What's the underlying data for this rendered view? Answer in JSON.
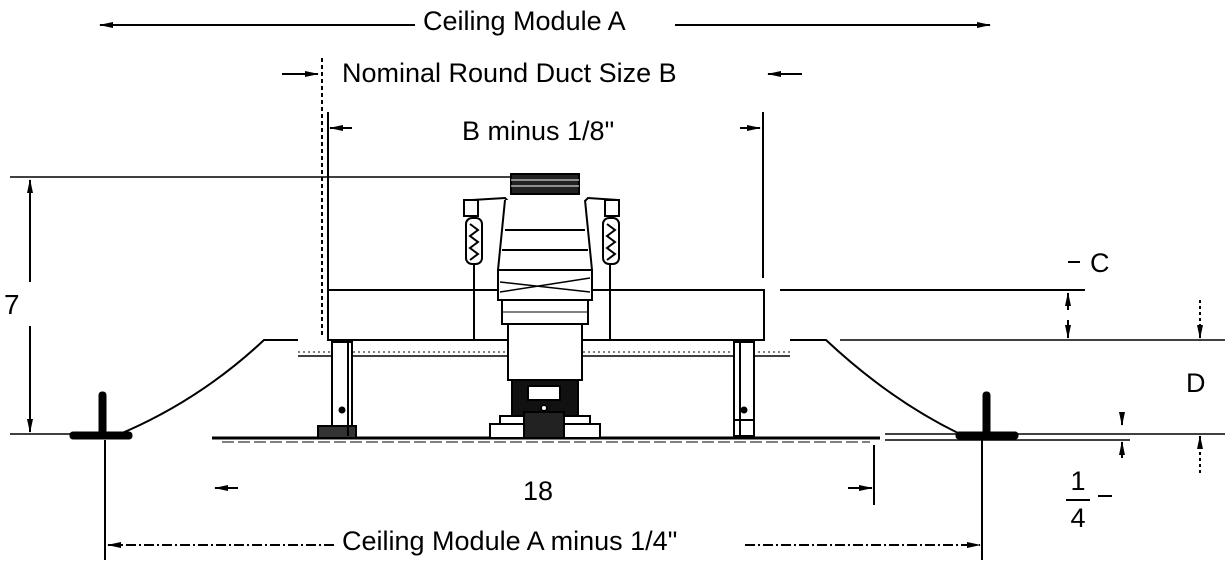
{
  "labels": {
    "ceiling_module": "Ceiling Module A",
    "nominal_duct": "Nominal Round Duct Size B",
    "b_minus": "B minus 1/8\"",
    "height_7": "7",
    "dim_c": "C",
    "dim_d": "D",
    "width_18": "18",
    "frac_num": "1",
    "frac_den": "4",
    "ceiling_module_minus": "Ceiling Module A minus 1/4\""
  },
  "colors": {
    "line": "#000000",
    "background": "#ffffff"
  }
}
